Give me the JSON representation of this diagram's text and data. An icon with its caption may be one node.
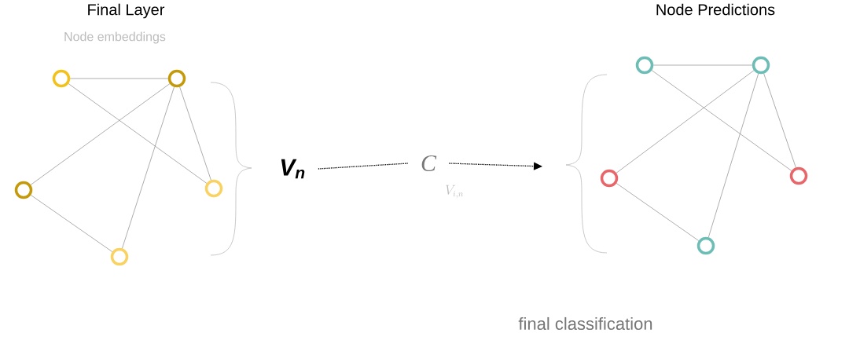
{
  "diagram": {
    "nodes": [
      {
        "text": [],
        "shape": "circle"
      },
      {
        "text": [],
        "shape": "circle"
      },
      {
        "text": [],
        "shape": "circle"
      },
      {
        "text": [],
        "shape": "circle"
      },
      {
        "text": [],
        "shape": "circle"
      },
      {
        "text": [],
        "shape": "circle"
      },
      {
        "text": [],
        "shape": "circle"
      },
      {
        "text": [],
        "shape": "circle"
      },
      {
        "text": [],
        "shape": "circle"
      },
      {
        "text": [],
        "shape": "circle"
      },
      {
        "text": [
          "V$_{n}$"
        ]
      },
      {
        "text": [
          "C"
        ],
        "beside": [
          "V_{i, n}"
        ]
      }
    ],
    "edges": [
      {
        "from": 0,
        "to": 1,
        "arrow": "none"
      },
      {
        "from": 0,
        "to": 3,
        "arrow": "none"
      },
      {
        "from": 1,
        "to": 2,
        "arrow": "none"
      },
      {
        "from": 1,
        "to": 3,
        "arrow": "none"
      },
      {
        "from": 1,
        "to": 4,
        "arrow": "none"
      },
      {
        "from": 2,
        "to": 4,
        "arrow": "none"
      },
      {
        "from": 5,
        "to": 6,
        "arrow": "none"
      },
      {
        "from": 5,
        "to": 8,
        "arrow": "none"
      },
      {
        "from": 6,
        "to": 7,
        "arrow": "none"
      },
      {
        "from": 6,
        "to": 9,
        "arrow": "none"
      },
      {
        "from": 6,
        "to": 8,
        "arrow": "none"
      },
      {
        "from": 7,
        "to": 9,
        "arrow": "none"
      },
      {
        "from": 10,
        "to": 11,
        "arrow": "none",
        "style": "dashed",
        "color": "#000000"
      },
      {
        "from": 11,
        "to": null,
        "arrow": "to",
        "style": "dashed",
        "color": "#000000"
      }
    ],
    "labels": [
      "Final Layer",
      "Node embeddings",
      "Node Predictions",
      "final classification"
    ]
  }
}
